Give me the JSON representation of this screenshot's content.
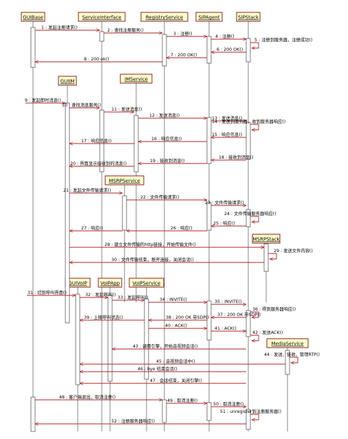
{
  "lifelines": [
    {
      "id": "GUIBase",
      "label": "GUIBase"
    },
    {
      "id": "ServiceInterface",
      "label": "ServiceInterface"
    },
    {
      "id": "RegistryService",
      "label": "RegistryService"
    },
    {
      "id": "SIPAgent",
      "label": "SIPAgent"
    },
    {
      "id": "SIPStack",
      "label": "SIPStack"
    },
    {
      "id": "GUIIM",
      "label": "GUIIM"
    },
    {
      "id": "IMService",
      "label": "IMService"
    },
    {
      "id": "MSRPService",
      "label": "MSRPService"
    },
    {
      "id": "MSRPStack",
      "label": "MSRPStack"
    },
    {
      "id": "GUIVoIP",
      "label": "GUIVoIP"
    },
    {
      "id": "VoIPApp",
      "label": "VoIPApp"
    },
    {
      "id": "VoIPService",
      "label": "VoIPService"
    },
    {
      "id": "MediaService",
      "label": "MediaService"
    }
  ],
  "messages": [
    {
      "label": "1 : 发起注册请求()"
    },
    {
      "label": "2 : 查找注册服务()"
    },
    {
      "label": "3 : 注册()"
    },
    {
      "label": "4 : 注册()"
    },
    {
      "label": "5 : 注册到服务器，注册成功()"
    },
    {
      "label": "6 : 200 OK()"
    },
    {
      "label": "7 : 200 OK()"
    },
    {
      "label": "8 : 200 ok()"
    },
    {
      "label": "9 : 发起即时消息()"
    },
    {
      "label": "10 : 查找消息服务()"
    },
    {
      "label": "11 : 发送消息()"
    },
    {
      "label": "12 : 发送消息()"
    },
    {
      "label": "13 : 发送消息()"
    },
    {
      "label": "14 : 发送到服务器，收到服务器响应()"
    },
    {
      "label": "15 : 响应信息()"
    },
    {
      "label": "16 : 响应信息()"
    },
    {
      "label": "17 : 响应信息()"
    },
    {
      "label": "18 : 接收到消息()"
    },
    {
      "label": "19 : 接收到消息()"
    },
    {
      "label": "20 : 界面显示接收到的消息()"
    },
    {
      "label": "21 : 发起文件传输请求()"
    },
    {
      "label": "22 : 文件传输请求()"
    },
    {
      "label": "23 : 文件传输请求()"
    },
    {
      "label": "24 : 文件传输服务器响应()"
    },
    {
      "label": "25 : 响应()"
    },
    {
      "label": "26 : 响应()"
    },
    {
      "label": "27 : 响应()"
    },
    {
      "label": "28 : 建立文件传输的http链接，开始传输文件()"
    },
    {
      "label": "29 : 发送文件内容()"
    },
    {
      "label": "30 : 文件传输结束，断开连接，关闭会话()"
    },
    {
      "label": "31 : 切到呼叫界面()"
    },
    {
      "label": "32 : 发起呼叫()"
    },
    {
      "label": "33 : 发起呼叫()"
    },
    {
      "label": "34 : INVITE()"
    },
    {
      "label": "35 : INVITE()"
    },
    {
      "label": "36 : 得到服务器响应()"
    },
    {
      "label": "37 : 200 OK 带SDP()"
    },
    {
      "label": "38 : 200 OK 带SDP()"
    },
    {
      "label": "39 : 上报呼叫状态()"
    },
    {
      "label": "40 : ACK()"
    },
    {
      "label": "41 : ACK()"
    },
    {
      "label": "42 : 发送ACK()"
    },
    {
      "label": "43 : 调用引擎，开始音视频会话()"
    },
    {
      "label": "44 : 发送、接收、管理RTP()"
    },
    {
      "label": "45 : 音视频会话中()"
    },
    {
      "label": "46 : bye 结束会话()"
    },
    {
      "label": "47 : 会话结束，关闭引擎()"
    },
    {
      "label": "48 : 客户端退出，取消注册()"
    },
    {
      "label": "49 : 取消注册()"
    },
    {
      "label": "50 : 取消注册()"
    },
    {
      "label": "51 : unregister到注册服务器()"
    },
    {
      "label": "52 : 注册服务器响应()"
    }
  ]
}
